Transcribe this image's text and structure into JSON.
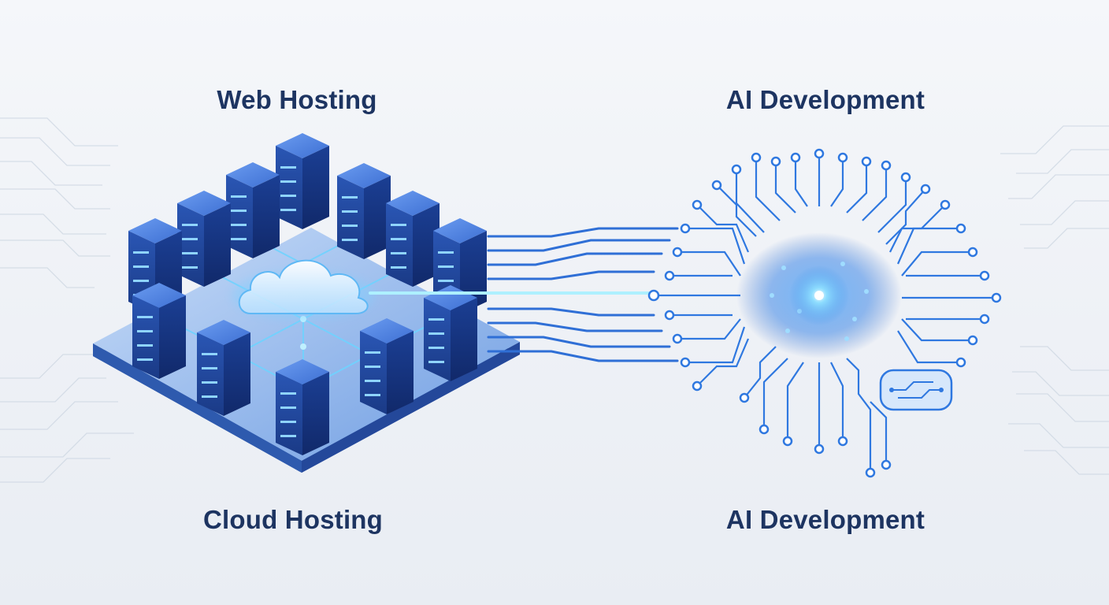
{
  "labels": {
    "top_left": "Web Hosting",
    "top_right": "AI Development",
    "bottom_left": "Cloud Hosting",
    "bottom_right": "AI Development"
  },
  "icons": [
    "server-rack-icon",
    "cloud-icon",
    "ai-brain-circuit-icon",
    "chip-icon"
  ],
  "colors": {
    "title_text": "#1d3461",
    "accent_blue": "#2f6fd6",
    "glow_blue": "#5cc8ff",
    "server_dark": "#1f3c8a",
    "background": "#f2f4f8"
  }
}
